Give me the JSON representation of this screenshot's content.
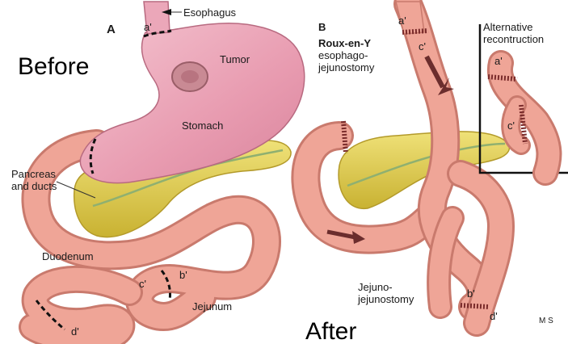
{
  "panel_a": {
    "letter": "A",
    "caption": "Before",
    "labels": {
      "esophagus": "Esophagus",
      "tumor": "Tumor",
      "stomach": "Stomach",
      "pancreas_1": "Pancreas",
      "pancreas_2": "and ducts",
      "duodenum": "Duodenum",
      "jejunum": "Jejunum",
      "a_prime": "a'",
      "b_prime": "b'",
      "c_prime": "c'",
      "d_prime": "d'"
    }
  },
  "panel_b": {
    "letter": "B",
    "caption": "After",
    "title_1": "Roux-en-Y",
    "title_2": "esophago-",
    "title_3": "jejunostomy",
    "jejuno_1": "Jejuno-",
    "jejuno_2": "jejunostomy",
    "a_prime": "a'",
    "b_prime": "b'",
    "c_prime": "c'",
    "d_prime": "d'",
    "inset": {
      "title_1": "Alternative",
      "title_2": "recontruction",
      "a_prime": "a'",
      "c_prime": "c'"
    },
    "signature": "M S"
  },
  "colors": {
    "stomach": "#eba7b9",
    "intestine": "#efa597",
    "pancreas": "#e3d24e",
    "tumor": "#c98a94",
    "staple": "#7a2b2b"
  }
}
